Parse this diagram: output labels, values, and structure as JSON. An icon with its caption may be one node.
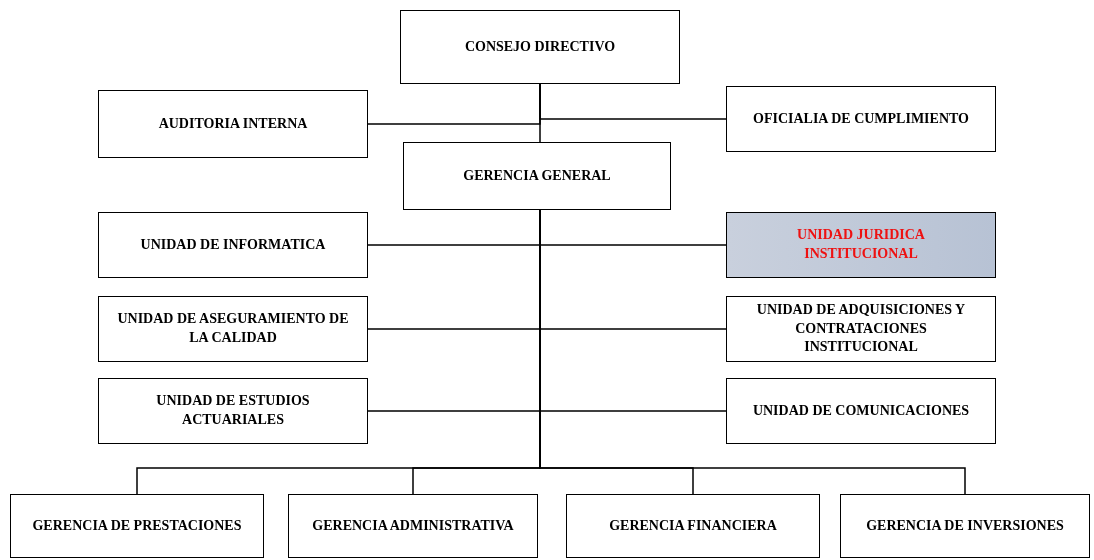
{
  "diagram": {
    "nodes": [
      {
        "text": [
          "CONSEJO DIRECTIVO"
        ]
      },
      {
        "text": [
          "AUDITORIA INTERNA"
        ]
      },
      {
        "text": [
          "OFICIALIA DE CUMPLIMIENTO"
        ]
      },
      {
        "text": [
          "GERENCIA GENERAL"
        ]
      },
      {
        "text": [
          "UNIDAD DE INFORMATICA"
        ]
      },
      {
        "text": [
          "UNIDAD JURIDICA INSTITUCIONAL"
        ]
      },
      {
        "text": [
          "UNIDAD DE ASEGURAMIENTO DE LA CALIDAD"
        ]
      },
      {
        "text": [
          "UNIDAD DE ADQUISICIONES Y CONTRATACIONES INSTITUCIONAL"
        ]
      },
      {
        "text": [
          "UNIDAD DE ESTUDIOS ACTUARIALES"
        ]
      },
      {
        "text": [
          "UNIDAD DE COMUNICACIONES"
        ]
      },
      {
        "text": [
          "GERENCIA DE PRESTACIONES"
        ]
      },
      {
        "text": [
          "GERENCIA ADMINISTRATIVA"
        ]
      },
      {
        "text": [
          "GERENCIA FINANCIERA"
        ]
      },
      {
        "text": [
          "GERENCIA DE INVERSIONES"
        ]
      }
    ],
    "edges": [
      {
        "from": 0,
        "to": 1,
        "arrow": "none"
      },
      {
        "from": 0,
        "to": 2,
        "arrow": "none"
      },
      {
        "from": 0,
        "to": 3,
        "arrow": "none"
      },
      {
        "from": 3,
        "to": 4,
        "arrow": "none"
      },
      {
        "from": 3,
        "to": 5,
        "arrow": "none"
      },
      {
        "from": 3,
        "to": 6,
        "arrow": "none"
      },
      {
        "from": 3,
        "to": 7,
        "arrow": "none"
      },
      {
        "from": 3,
        "to": 8,
        "arrow": "none"
      },
      {
        "from": 3,
        "to": 9,
        "arrow": "none"
      },
      {
        "from": 3,
        "to": 10,
        "arrow": "none"
      },
      {
        "from": 3,
        "to": 11,
        "arrow": "none"
      },
      {
        "from": 3,
        "to": 12,
        "arrow": "none"
      },
      {
        "from": 3,
        "to": 13,
        "arrow": "none"
      }
    ]
  }
}
